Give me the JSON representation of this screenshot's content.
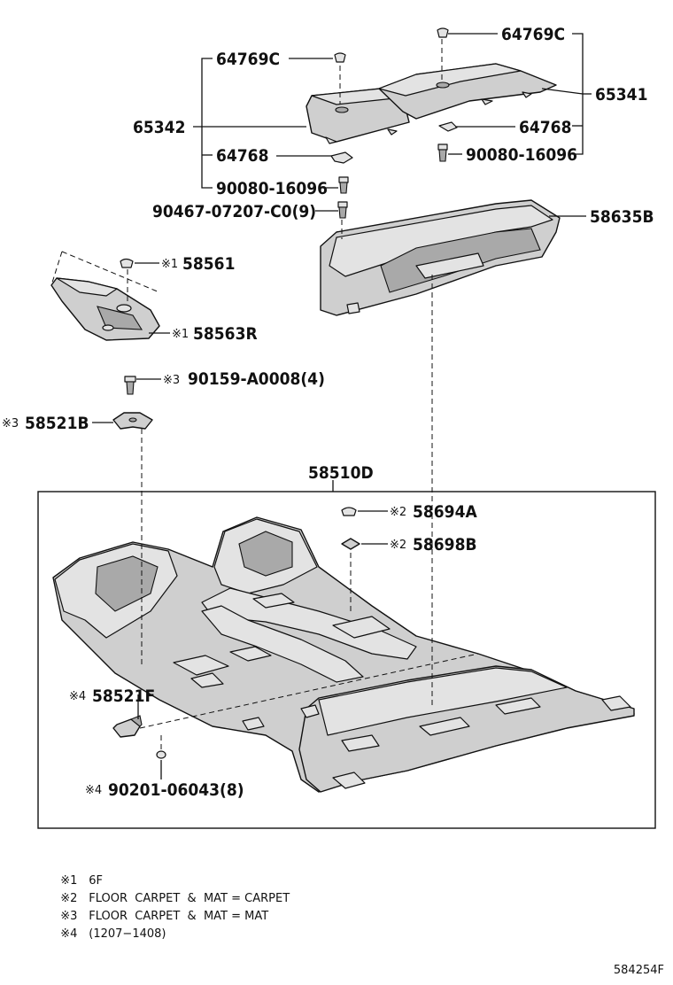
{
  "parts": {
    "p64769C_right": "64769C",
    "p64769C_left": "64769C",
    "p65341": "65341",
    "p65342": "65342",
    "p64768_right": "64768",
    "p64768_left": "64768",
    "p90080_right": "90080-16096",
    "p90080_left": "90080-16096",
    "p90467": "90467-07207-C0(9)",
    "p58635B": "58635B",
    "p58561": "58561",
    "p58563R": "58563R",
    "p90159": "90159-A0008(4)",
    "p58521B": "58521B",
    "p58510D": "58510D",
    "p58694A": "58694A",
    "p58698B": "58698B",
    "p58521F": "58521F",
    "p90201": "90201-06043(8)"
  },
  "marks": {
    "m1": "※1",
    "m2": "※2",
    "m3": "※3",
    "m4": "※4"
  },
  "notes": [
    {
      "mark": "※1",
      "text": "6F"
    },
    {
      "mark": "※2",
      "text": "FLOOR  CARPET  &  MAT = CARPET"
    },
    {
      "mark": "※3",
      "text": "FLOOR  CARPET  &  MAT = MAT"
    },
    {
      "mark": "※4",
      "text": "(1207−1408)"
    }
  ],
  "diagram_code": "584254F"
}
